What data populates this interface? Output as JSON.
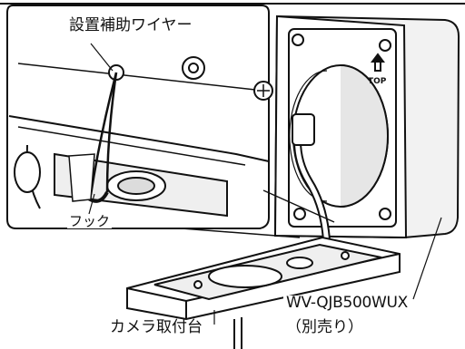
{
  "labels": {
    "wire": "設置補助ワイヤー",
    "hook": "フック",
    "model": "WV-QJB500WUX",
    "separate": "（別売り）",
    "base": "カメラ取付台"
  },
  "colors": {
    "line": "#111111",
    "shade": "#d9d9d9",
    "dark": "#6e6e6e",
    "background": "#ffffff"
  }
}
